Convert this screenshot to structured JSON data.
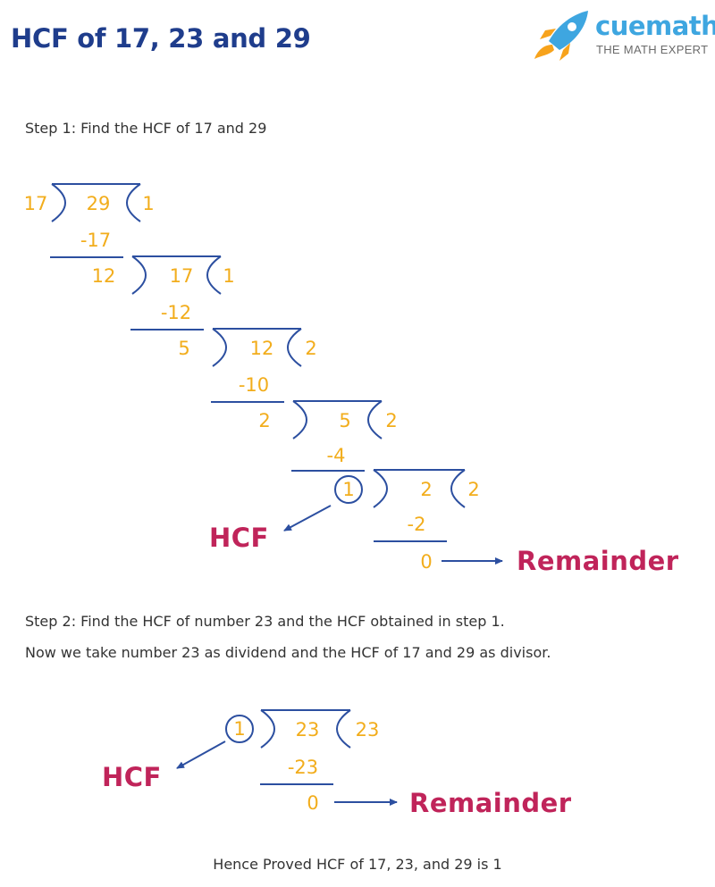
{
  "title": "HCF of 17, 23 and 29",
  "logo": {
    "brand": "cuemath",
    "tagline": "THE MATH EXPERT"
  },
  "colors": {
    "title": "#1f3d8c",
    "numbers": "#f2ad1c",
    "labels": "#c0245a",
    "lines": "#2c4fa0",
    "brand": "#3ea6e0"
  },
  "step1": {
    "heading": "Step 1: Find the HCF of 17 and 29",
    "numbers": {
      "d1": "17",
      "n1": "29",
      "q1": "1",
      "s1": "-17",
      "r1": "12",
      "n2": "17",
      "q2": "1",
      "s2": "-12",
      "r2": "5",
      "n3": "12",
      "q3": "2",
      "s3": "-10",
      "r3": "2",
      "n4": "5",
      "q4": "2",
      "s4": "-4",
      "r4": "1",
      "n5": "2",
      "q5": "2",
      "s5": "-2",
      "r5": "0"
    },
    "hcf_label": "HCF",
    "remainder_label": "Remainder"
  },
  "step2": {
    "heading_line1": "Step 2: Find the HCF of number 23 and the HCF obtained in step 1.",
    "heading_line2": "Now we take number 23 as dividend and the HCF of 17 and 29 as divisor.",
    "numbers": {
      "d": "1",
      "n": "23",
      "q": "23",
      "s": "-23",
      "r": "0"
    },
    "hcf_label": "HCF",
    "remainder_label": "Remainder"
  },
  "footer": "Hence Proved HCF of 17, 23, and 29 is 1"
}
